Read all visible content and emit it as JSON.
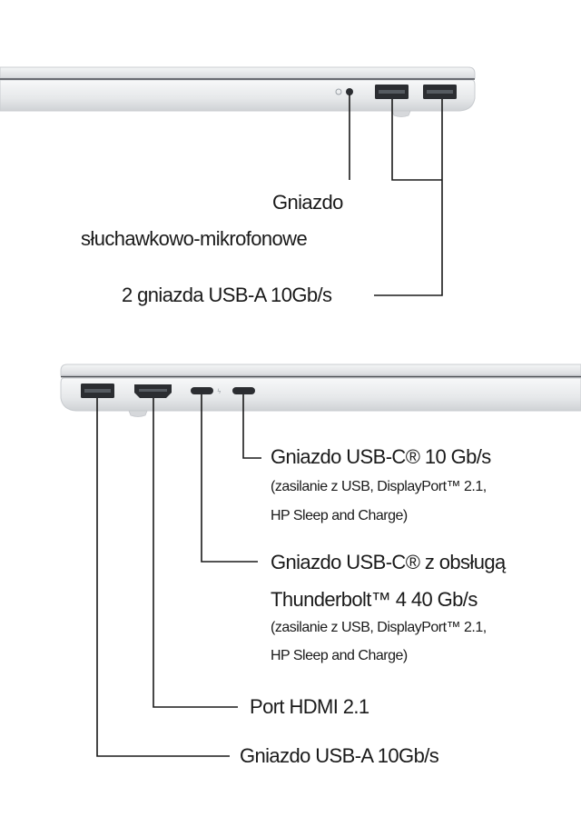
{
  "top_view": {
    "labels": {
      "audio_line1": "Gniazdo",
      "audio_line2": "słuchawkowo-mikrofonowe",
      "usb_a": "2 gniazda USB-A 10Gb/s"
    }
  },
  "bottom_view": {
    "labels": {
      "usbc_title": "Gniazdo USB-C® 10 Gb/s",
      "usbc_sub1": "(zasilanie z USB, DisplayPort™ 2.1,",
      "usbc_sub2": "HP Sleep and Charge)",
      "tb_title1": "Gniazdo USB-C® z obsługą",
      "tb_title2": "Thunderbolt™ 4 40 Gb/s",
      "tb_sub1": "(zasilanie z USB, DisplayPort™ 2.1,",
      "tb_sub2": "HP Sleep and Charge)",
      "hdmi": "Port HDMI 2.1",
      "usb_a": "Gniazdo USB-A 10Gb/s"
    }
  },
  "colors": {
    "chassis": "#e8eaec",
    "chassis_edge": "#c9ccd0",
    "port": "#2b2d31",
    "line": "#1a1a1a"
  }
}
